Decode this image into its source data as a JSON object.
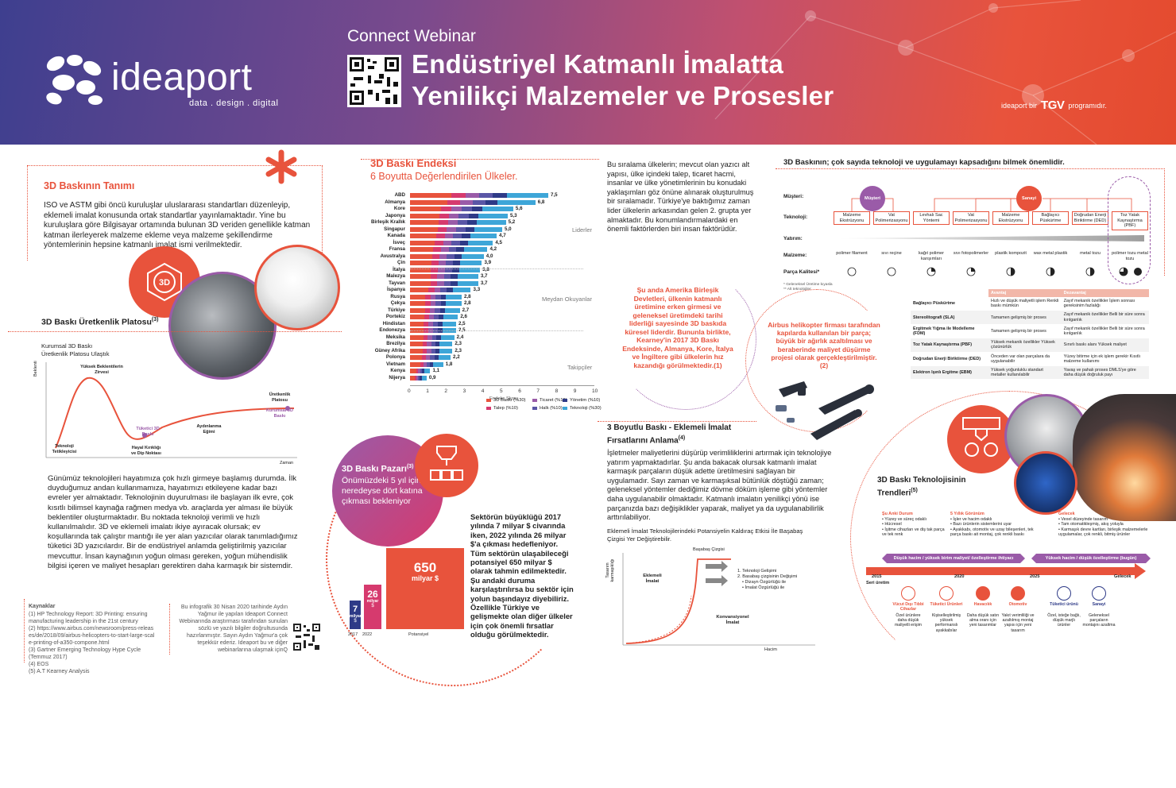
{
  "header": {
    "logo": "ideaport",
    "logo_sub": "data . design . digital",
    "webinar": "Connect Webinar",
    "title_line1": "Endüstriyel Katmanlı İmalatta",
    "title_line2": "Yenilikçi Malzemeler ve Prosesler",
    "program_prefix": "ideaport bir",
    "program_brand": "TGV",
    "program_suffix": "programıdır."
  },
  "definition": {
    "title": "3D Baskının Tanımı",
    "body": "ISO ve ASTM gibi öncü kuruluşlar uluslararası standartları düzenleyip, eklemeli imalat konusunda ortak standartlar yayınlamaktadır. Yine bu kuruluşlara göre Bilgisayar ortamında bulunan 3D veriden genellikle katman katman ilerleyerek malzeme ekleme veya malzeme şekillendirme yöntemlerinin hepsine katmanlı imalat ismi verilmektedir.",
    "icon_label": "3D"
  },
  "platform": {
    "title": "3D Baskı Üretkenlik Platosu",
    "title_sup": "(3)",
    "chart_title_l1": "Kurumsal 3D Baskı",
    "chart_title_l2": "Üretkenlik Platosu Ulaştık",
    "y_axis": "Beklenti",
    "x_axis": "Zaman",
    "labels": {
      "peak_l1": "Yüksek Beklentilerin",
      "peak_l2": "Zirvesi",
      "trigger_l1": "Teknoloji",
      "trigger_l2": "Tetikleyicisi",
      "consumer_l1": "Tüketici 3D",
      "consumer_l2": "Baskı",
      "trough_l1": "Hayal Kırıklığı",
      "trough_l2": "ve Dip Noktası",
      "slope_l1": "Aydınlanma",
      "slope_l2": "Eğimi",
      "plateau_l1": "Üretkenlik",
      "plateau_l2": "Platosu",
      "enterprise_l1": "Kurumsal 3D",
      "enterprise_l2": "Baskı"
    },
    "body": "Günümüz teknolojileri hayatımıza çok hızlı girmeye başlamış durumda. İlk duyduğumuz andan kullanmamıza, hayatımızı etkileyene kadar bazı evreler yer almaktadır. Teknolojinin duyurulması ile başlayan ilk evre, çok kısıtlı bilimsel kaynağa rağmen medya vb. araçlarda yer alması ile büyük beklentiler oluşturmaktadır. Bu noktada teknoloji verimli ve hızlı kullanılmalıdır. 3D ve eklemeli imalatı ikiye ayıracak olursak; ev koşullarında tak çalıştır mantığı ile yer alan yazıcılar olarak tanımladığımız tüketici 3D yazıcılardır. Bir de endüstriyel anlamda geliştirilmiş yazıcılar mevcuttur. İnsan kaynağının yoğun olması gereken, yoğun mühendislik bilgisi içeren ve maliyet hesapları gerektiren daha karmaşık bir sistemdir."
  },
  "sources": {
    "title": "Kaynaklar",
    "items": [
      "(1) HP Technology Report: 3D Printing: ensuring manufacturing leadership in the 21st century",
      "(2) https://www.airbus.com/newsroom/press-releases/de/2018/09/airbus-helicopters-to-start-large-scale-printing-of-a350-compone.html",
      "(3) Gartner Emerging Technology Hype Cycle (Temmuz 2017)",
      "(4) EOS",
      "(5) A.T Kearney Analysis"
    ],
    "note": "Bu infografik 30 Nisan 2020 tarihinde Aydın Yağmur ile yapılan Ideaport Connect Webinarında araştırması tarafından sunulan sözlü ve yazılı bilgiler doğrultusunda hazırlanmıştır. Sayın Aydın Yağmur'a çok teşekkür ederiz. Ideaport bu ve diğer webinarlarına ulaşmak içinQ"
  },
  "index_title": "3D Baskı Endeksi",
  "index_subtitle": "6 Boyutta Değerlendirilen Ülkeler.",
  "chart_data": {
    "type": "bar",
    "orientation": "horizontal",
    "stacked": true,
    "categories": [
      "ABD",
      "Almanya",
      "Kore",
      "Japonya",
      "Birleşik Krallık",
      "Singapur",
      "Kanada",
      "İsveç",
      "Fransa",
      "Avustralya",
      "Çin",
      "İtalya",
      "Malezya",
      "Tayvan",
      "İspanya",
      "Rusya",
      "Çekya",
      "Türkiye",
      "Portekiz",
      "Hindistan",
      "Endonezya",
      "Meksika",
      "Brezilya",
      "Güney Afrika",
      "Polonya",
      "Vietnam",
      "Kenya",
      "Nijerya"
    ],
    "totals": [
      7.5,
      6.8,
      5.6,
      5.3,
      5.2,
      5.0,
      4.7,
      4.5,
      4.2,
      4.0,
      3.9,
      3.8,
      3.7,
      3.7,
      3.3,
      2.8,
      2.8,
      2.7,
      2.6,
      2.5,
      2.5,
      2.4,
      2.3,
      2.3,
      2.2,
      1.8,
      1.1,
      0.9
    ],
    "total_labels": [
      "7,5",
      "6,8",
      "5,6",
      "5,3",
      "5,2",
      "5,0",
      "4,7",
      "4,5",
      "4,2",
      "4,0",
      "3,9",
      "3,8",
      "3,7",
      "3,7",
      "3,3",
      "2,8",
      "2,8",
      "2,7",
      "2,6",
      "2,5",
      "2,5",
      "2,4",
      "2,3",
      "2,3",
      "2,2",
      "1,8",
      "1,1",
      "0,9"
    ],
    "series": [
      {
        "name": "3D Baskı (%30)",
        "color": "#e8533c",
        "share": 0.3
      },
      {
        "name": "Talep (%10)",
        "color": "#d63a6e",
        "share": 0.1
      },
      {
        "name": "Ticaret (%10)",
        "color": "#9a5ba8",
        "share": 0.1
      },
      {
        "name": "Halk (%10)",
        "color": "#5a56a6",
        "share": 0.1
      },
      {
        "name": "Yönetim (%10)",
        "color": "#2e3a87",
        "share": 0.1
      },
      {
        "name": "Teknoloji (%30)",
        "color": "#3ea6d8",
        "share": 0.3
      }
    ],
    "xticks": [
      "0",
      "1",
      "2",
      "3",
      "4",
      "5",
      "6",
      "7",
      "8",
      "9",
      "10"
    ],
    "xlim": [
      0,
      10
    ],
    "xlabel": "Endeks Skoru",
    "tiers": [
      "Liderler",
      "Meydan Okuyanlar",
      "Takipçiler"
    ]
  },
  "index_text": "Bu sıralama ülkelerin; mevcut olan yazıcı alt yapısı, ülke içindeki talep, ticaret hacmi, insanlar ve ülke yönetimlerinin bu konudaki yaklaşımları göz önüne alınarak oluşturulmuş bir sıralamadır. Türkiye'ye baktığımız zaman lider ülkelerin arkasından gelen 2. grupta yer almaktadır. Bu konumlandırmalardaki en önemli faktörlerden biri insan faktörüdür.",
  "usa_circle": "Şu anda Amerika Birleşik Devletleri, ülkenin katmanlı üretimine erken girmesi ve geleneksel üretimdeki tarihi liderliği sayesinde 3D baskıda küresel liderdir. Bununla birlikte, Kearney'in 2017 3D Baskı Endeksinde, Almanya, Kore, İtalya ve İngiltere gibi ülkelerin hız kazandığı görülmektedir.(1)",
  "airbus_circle": "Airbus helikopter firması tarafından kapılarda kullanılan bir parça; büyük bir ağırlık azaltılması ve beraberinde maliyet düşürme projesi olarak gerçekleştirilmiştir.(2)",
  "market": {
    "title": "3D Baskı Pazarı",
    "title_sup": "(3)",
    "subtitle": "Önümüzdeki 5 yıl içinde neredeyse dört katına çıkması bekleniyor",
    "body": "Sektörün büyüklüğü 2017 yılında 7 milyar $ civarında iken, 2022 yılında 26 milyar $'a çıkması hedefleniyor. Tüm sektörün ulaşabileceği potansiyel 650 milyar $ olarak tahmin edilmektedir. Şu andaki duruma karşılaştırılırsa bu sektör için yolun başındayız diyebiliriz. Özellikle Türkiye ve gelişmekte olan diğer ülkeler için çok önemli fırsatlar olduğu görülmektedir.",
    "bars": [
      {
        "value": "7",
        "unit_l1": "milyar",
        "unit_l2": "$",
        "label": "2017",
        "amount": 7,
        "color": "#2e3a87"
      },
      {
        "value": "26",
        "unit_l1": "milyar",
        "unit_l2": "$",
        "label": "2022",
        "amount": 26,
        "color": "#d63a6e"
      },
      {
        "value": "650",
        "unit_l1": "milyar $",
        "unit_l2": "",
        "label": "Potansiyel",
        "amount": 650,
        "color": "#e8533c"
      }
    ]
  },
  "opportunities": {
    "title": "3 Boyutlu Baskı - Eklemeli İmalat Fırsatlarını Anlama",
    "title_sup": "(4)",
    "body": "İşletmeler maliyetlerini düşürüp verimliliklerini artırmak için teknolojiye yatırım yapmaktadırlar. Şu anda bakacak olursak katmanlı imalat karmaşık parçaların düşük adette üretilmesini sağlayan bir uygulamadır. Sayı zaman ve karmaşıksal bütünlük döştüğü zaman; geleneksel yöntemler dediğimiz dövme döküm işleme gibi yöntemler daha uygulanabilir olmaktadır. Katmanlı imalatın yenilikçi yönü ise parçanızda bazı değişiklikler yaparak, maliyet ya da uygulanabilirlik arttırılabiliyor.",
    "chart_title": "Eklemeli İmalat Teknolojilerindeki Potansiyelin Kaldıraç Etkisi İle Başabaş Çizgisi Yer Değiştirebilir.",
    "breakeven": "Başabaş Çizgisi",
    "y_axis": "Tasarım karmaşıklığı",
    "x_axis": "Hacim",
    "additive": "Eklemeli İmalat",
    "conventional": "Konvansiyonel İmalat",
    "points": [
      "1. Teknoloji Gelişimi",
      "2. Basabaş çizgisinin Değişimi",
      "• Dizayn Özgürlüğü ile",
      "• İmalat Özgürlüğü ile"
    ]
  },
  "tech_map": {
    "title": "3D Baskının; çok sayıda teknoloji ve uygulamayı kapsadığını bilmek önemlidir.",
    "rows": [
      "Müşteri:",
      "Teknoloji:",
      "Yatırım:",
      "Malzeme:",
      "Parça Kalitesi*"
    ],
    "customer_consumer": "Müşteri",
    "customer_industry": "Sanayi",
    "techs": [
      "Malzeme Ekstrüzyonu",
      "Vat Polimerizasyonu",
      "Levhalı Sac Yöntemi",
      "Vat Polimerizasyonu",
      "Malzeme Ekstrüzyonu",
      "Bağlayıcı Püskürtme",
      "Doğrudan Enerji Biriktirme (DED)",
      "Toz Yatak Kaynaştırma (PBF)"
    ],
    "materials": [
      "polimer filament",
      "sıvı reçine",
      "kağıt polimer karışımları",
      "sıvı fotopolimerler",
      "plastik kompozit",
      "wax metal plastik",
      "metal tozu",
      "polimer tozu metal tozu"
    ],
    "quality": [
      0,
      0,
      0.25,
      0.25,
      0.5,
      0.5,
      0.5,
      0.75
    ],
    "footnote1": "* Geleneksel Üretime kıyasla",
    "footnote2": "** Alt teknolojiler"
  },
  "tech_table": {
    "headers": [
      "",
      "Avantaj",
      "Dezavantaj"
    ],
    "rows": [
      [
        "Bağlayıcı Püskürtme",
        "Hızlı ve düşük maliyetli işlem Renkli baskı mümkün",
        "Zayıf mekanik özellikler İşlem sonrası gereksinim fazlalığı"
      ],
      [
        "Stereolitografi (SLA)",
        "Tamamen gelişmiş bir proses",
        "Zayıf mekanik özellikler Belli bir süre sonra kırılganlık"
      ],
      [
        "Ergitmek Yığma ile Modelleme (FDM)",
        "Tamamen gelişmiş bir proses",
        "Zayıf mekanik özellikler Belli bir süre sonra kırılganlık"
      ],
      [
        "Toz Yatak Kaynaştırma (PBF)",
        "Yüksek mekanik özellikler Yüksek çözünürlük",
        "Sınırlı baskı alanı Yüksek maliyet"
      ],
      [
        "Doğrudan Enerji Biriktirme (DED)",
        "Önceden var olan parçalara da uygulanabilir",
        "Yüzey bitirme için ek işlem gerekir Kısıtlı malzeme kullanımı"
      ],
      [
        "Elektron Işınlı Ergitme (EBM)",
        "Yüksek yoğunluklu standart metaller kullanılabilir",
        "Yavaş ve pahalı proses DMLS'ye göre daha düşük doğruluk payı"
      ]
    ]
  },
  "trends": {
    "title_l1": "3D Baskı Teknolojisinin",
    "title_l2": "Trendleri",
    "title_sup": "(5)",
    "col1_title": "Şu Anki Durum",
    "col1": [
      "• Yüzey ve süreç odaklı",
      "• Hücresel",
      "• İşitme cihazları ve diş tak parça ve tek renk"
    ],
    "col2_title": "5 Yıllık Görünüm",
    "col2": [
      "• İşler ve hacim odaklı",
      "• Bazı ürünlerin sistemlerini uyar",
      "• Ayakkabı, otomotiv ve uzay bileşenleri, tek parça baskı ait montaj, çok renkli baskı"
    ],
    "col3_title": "Gelecek",
    "col3": [
      "• Vexel düzeyinde tasarım",
      "• Tam otomatikleşmiş, akış yoluyla",
      "• Karmaşık devre kartları, birleşik malzemelerle uygulamalar, çok renkli, bitmiş ürünler"
    ],
    "band1": "Düşük hacim / yüksek birim maliyet/ özelleştirme ihtiyacı",
    "band2": "Yüksek hacim / düşük özelleştirme (bugün)",
    "years": [
      "2015",
      "2020",
      "2025"
    ],
    "start": "Seri üretim",
    "end": "Gelecek",
    "icons": [
      {
        "title": "Vücut Dışı Tıbbi Cihazlar",
        "text": "Özel ürünlere daha düşük maliyetli erişim"
      },
      {
        "title": "Tüketici Ürünleri",
        "text": "Kişiselleştirilmiş yüksek performanslı ayakkabılar"
      },
      {
        "title": "Havacılık",
        "text": "Daha düşük satın alma oranı için yeni tasarımlar"
      },
      {
        "title": "Otomotiv",
        "text": "Yakıt verimliliği ve azaltılmış montaj yapısı için yeni tasarım"
      },
      {
        "title": "Tüketici ürünü",
        "text": "Özel, isteğe bağlı, düşük marjlı ürünler"
      },
      {
        "title": "Sanayi",
        "text": "Geleneksel parçaların montajını azaltma"
      }
    ]
  },
  "colors": {
    "accent": "#e8533c",
    "purple": "#9a5ba8",
    "navy": "#2e3a87",
    "pink": "#d63a6e",
    "blue": "#3ea6d8"
  }
}
